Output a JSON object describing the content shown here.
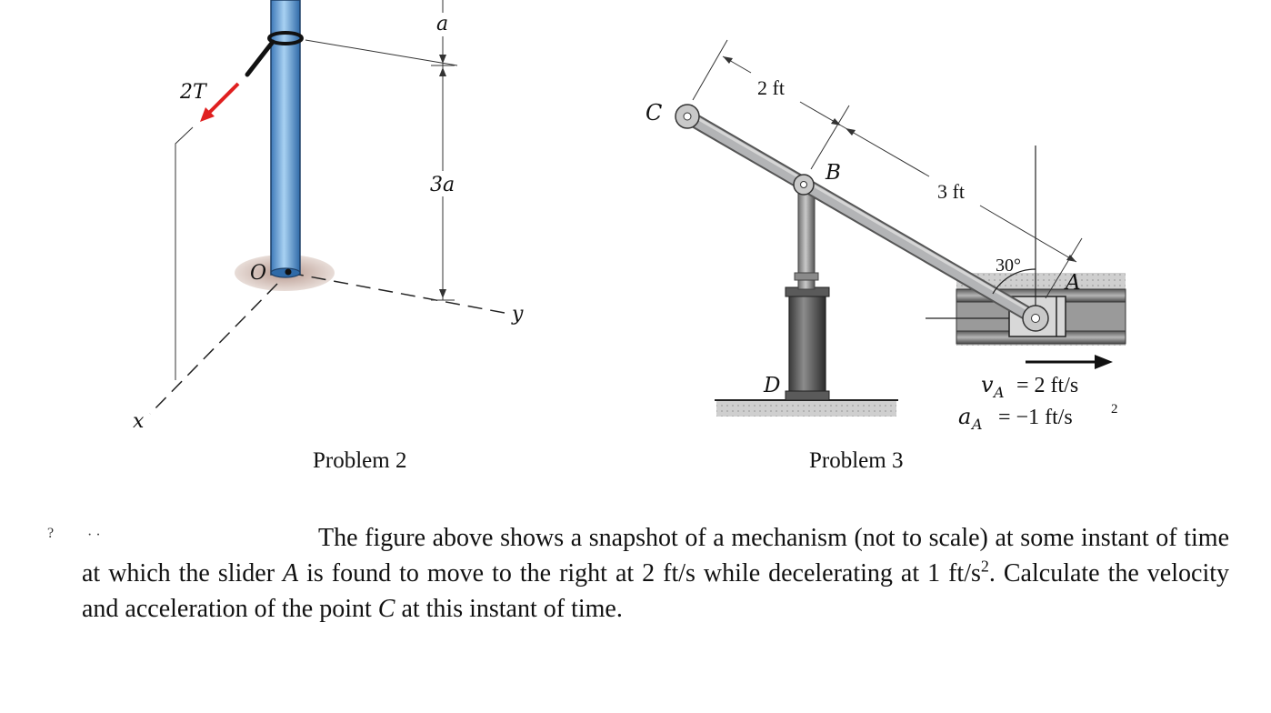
{
  "problem2": {
    "caption": "Problem 2",
    "label_a": "a",
    "label_3a": "3a",
    "label_2T": "2T",
    "label_O": "O",
    "label_x": "x",
    "label_y": "y"
  },
  "problem3": {
    "caption": "Problem 3",
    "label_C": "C",
    "label_B": "B",
    "label_A": "A",
    "label_D": "D",
    "dim_2ft": "2 ft",
    "dim_3ft": "3 ft",
    "angle": "30°",
    "vA_sym": "v",
    "aA_sym": "a",
    "sub_A": "A",
    "vA_value": "= 2 ft/s",
    "aA_value": "= −1 ft/s",
    "aA_exp": "2"
  },
  "text": {
    "marker": "?",
    "dots": "· ·",
    "part1": "The figure above shows a snapshot of a mechanism (not to scale) at some instant of time at which the slider ",
    "A1": "A",
    "part2": " is found to move to the right at 2 ft/s while decelerating at 1 ft/s",
    "exp": "2",
    "part3": ". Calculate the velocity and acceleration of the point ",
    "C": "C",
    "part4": " at this instant of time."
  },
  "colors": {
    "rod_blue": "#7fb3e0",
    "arrow_red": "#e02020",
    "link_gray": "#a9aaac"
  }
}
